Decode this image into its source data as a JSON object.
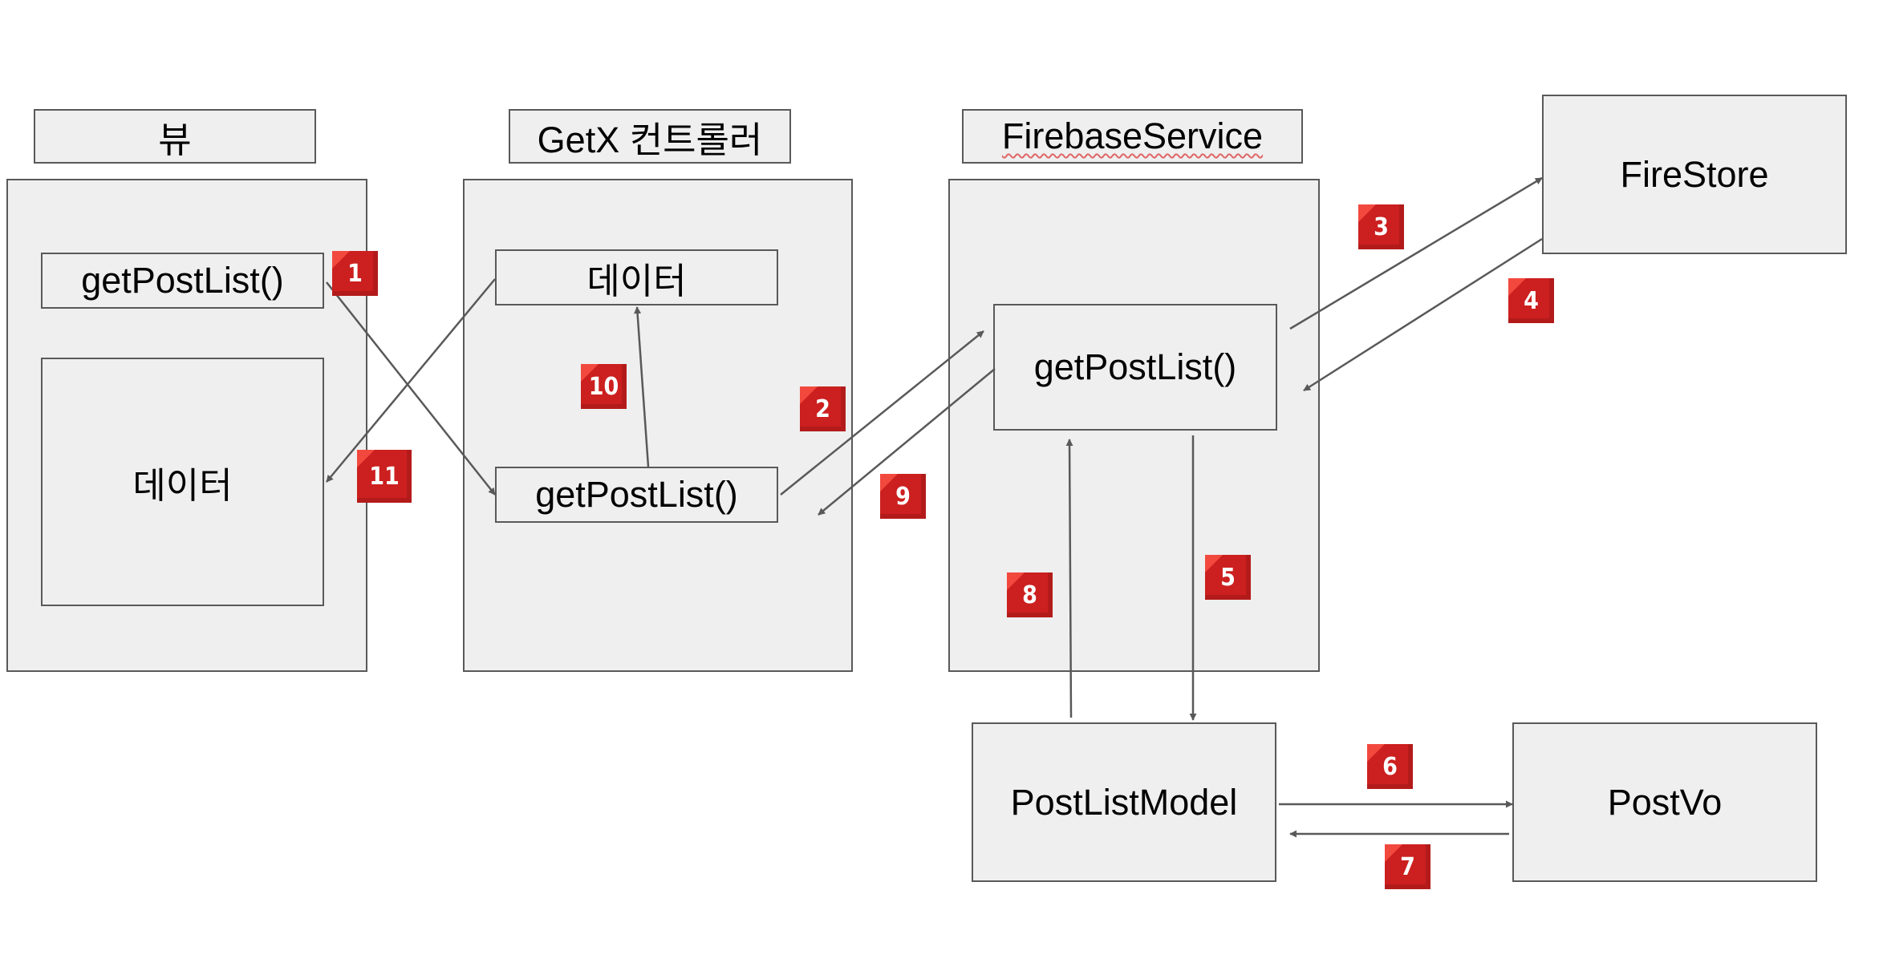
{
  "headers": {
    "view": "뷰",
    "controller": "GetX 컨트롤러",
    "service": "FirebaseService"
  },
  "view": {
    "method": "getPostList()",
    "data": "데이터"
  },
  "controller": {
    "data": "데이터",
    "method": "getPostList()"
  },
  "service": {
    "method": "getPostList()"
  },
  "external": {
    "firestore": "FireStore",
    "postlistmodel": "PostListModel",
    "postvo": "PostVo"
  },
  "steps": [
    "1",
    "2",
    "3",
    "4",
    "5",
    "6",
    "7",
    "8",
    "9",
    "10",
    "11"
  ],
  "colors": {
    "box_fill": "#efefef",
    "border": "#595959",
    "badge": "#cc1f1f",
    "arrow": "#595959"
  }
}
